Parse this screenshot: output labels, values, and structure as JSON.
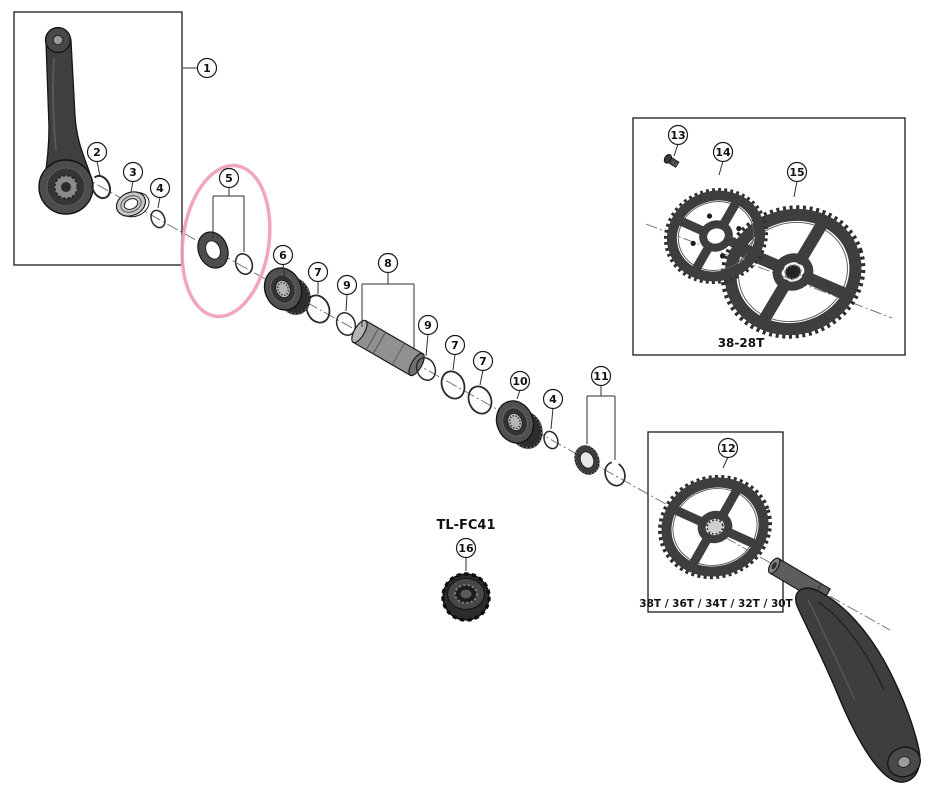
{
  "figure": {
    "kind": "exploded-parts-diagram",
    "subject": "bicycle crankset assembly",
    "highlight_color": "#f19cb4",
    "labels": {
      "tool_model": "TL-FC41",
      "chainring_pair_teeth": "38-28T",
      "chainring_teeth_options": "38T / 36T / 34T / 32T / 30T"
    },
    "callouts": [
      {
        "id": "1",
        "part": "left-crank-arm"
      },
      {
        "id": "2",
        "part": "snap-ring"
      },
      {
        "id": "3",
        "part": "bearing-cover-left"
      },
      {
        "id": "4",
        "part": "o-ring-small-left"
      },
      {
        "id": "5",
        "part": "washer-and-ring-highlighted"
      },
      {
        "id": "6",
        "part": "bottom-bracket-cup-left"
      },
      {
        "id": "7",
        "part": "o-ring-large"
      },
      {
        "id": "9",
        "part": "o-ring-medium"
      },
      {
        "id": "8",
        "part": "inner-sleeve"
      },
      {
        "id": "9",
        "part": "o-ring-medium"
      },
      {
        "id": "7",
        "part": "o-ring-large"
      },
      {
        "id": "7",
        "part": "o-ring-large"
      },
      {
        "id": "10",
        "part": "bottom-bracket-cup-right"
      },
      {
        "id": "4",
        "part": "o-ring-small-right"
      },
      {
        "id": "11",
        "part": "spacer-and-circlip"
      },
      {
        "id": "13",
        "part": "chainring-fixing-bolt"
      },
      {
        "id": "14",
        "part": "inner-chainring"
      },
      {
        "id": "15",
        "part": "outer-chainring"
      },
      {
        "id": "12",
        "part": "single-chainring"
      },
      {
        "id": "16",
        "part": "lockring-tool"
      }
    ]
  }
}
